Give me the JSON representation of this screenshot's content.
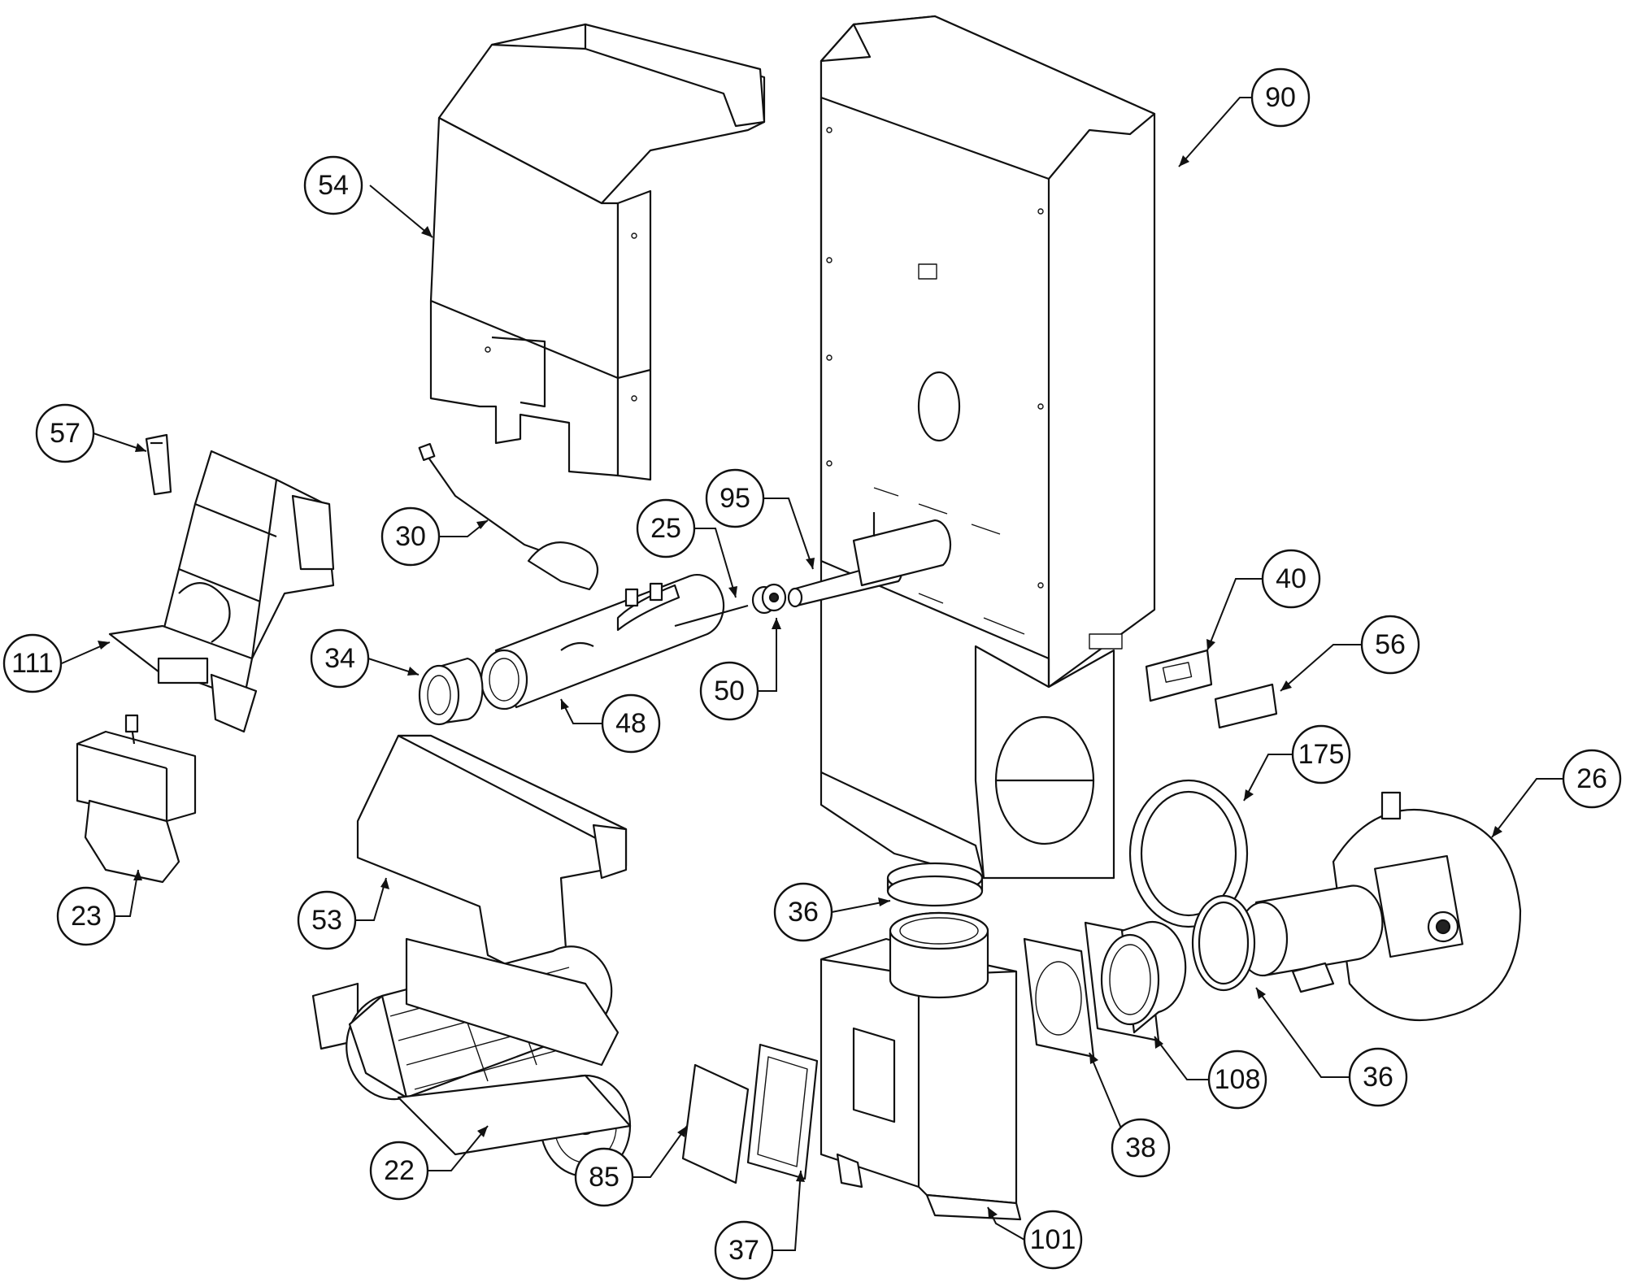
{
  "callouts": {
    "c54": "54",
    "c57": "57",
    "c111": "111",
    "c30": "30",
    "c25": "25",
    "c95": "95",
    "c90": "90",
    "c40": "40",
    "c56": "56",
    "c34": "34",
    "c48": "48",
    "c50": "50",
    "c175": "175",
    "c26": "26",
    "c23": "23",
    "c53": "53",
    "c36a": "36",
    "c36b": "36",
    "c22": "22",
    "c85": "85",
    "c37": "37",
    "c38": "38",
    "c108": "108",
    "c101": "101"
  },
  "colors": {
    "line": "#111111",
    "background": "#ffffff"
  }
}
